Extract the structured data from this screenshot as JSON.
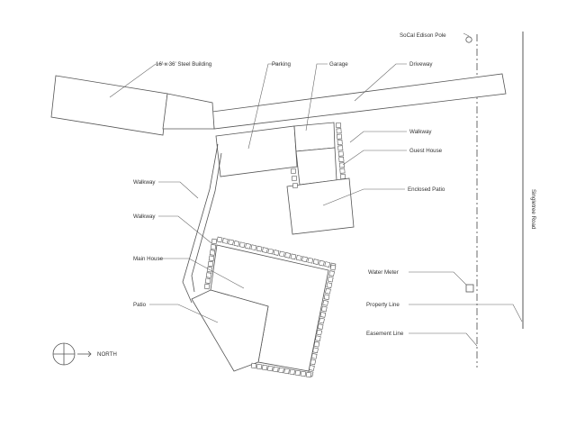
{
  "labels": {
    "edison_pole": "SoCal Edison Pole",
    "steel_building": "16' x 36' Steel Building",
    "parking": "Parking",
    "garage": "Garage",
    "driveway": "Driveway",
    "walkway_right": "Walkway",
    "guest_house": "Guest House",
    "enclosed_patio": "Enclosed Patio",
    "walkway_left_upper": "Walkway",
    "walkway_left_lower": "Walkway",
    "main_house": "Main House",
    "water_meter": "Water Meter",
    "patio": "Patio",
    "property_line": "Property Line",
    "easement_line": "Easement Line",
    "north": "NORTH",
    "road": "Singletree Road"
  },
  "colors": {
    "line": "#555555",
    "text": "#333333",
    "background": "#ffffff"
  },
  "icons": {
    "compass": "compass-rose-icon",
    "north_arrow": "arrow-right-icon"
  }
}
